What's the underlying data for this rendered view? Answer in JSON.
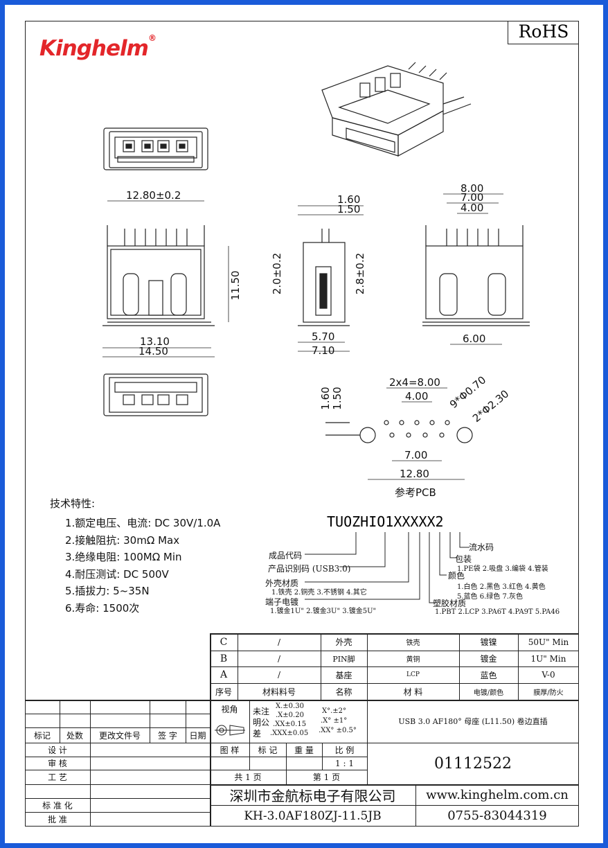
{
  "header": {
    "brand": "Kinghelm",
    "registered": "®",
    "rohs": "RoHS"
  },
  "dimensions": {
    "front_width": "12.80±0.2",
    "front_height": "11.50",
    "front_base_inner": "13.10",
    "front_base_outer": "14.50",
    "side_top_outer": "1.60",
    "side_top_inner": "1.50",
    "side_left_height": "2.0±0.2",
    "side_right_height": "2.8±0.2",
    "side_bottom_inner": "5.70",
    "side_bottom_outer": "7.10",
    "rear_top_1": "8.00",
    "rear_top_2": "7.00",
    "rear_top_3": "4.00",
    "rear_bottom": "6.00",
    "pcb_pitch": "2x4=8.00",
    "pcb_inner": "4.00",
    "pcb_row_offset_a": "1.60",
    "pcb_row_offset_b": "1.50",
    "pcb_small_holes": "9*Φ0.70",
    "pcb_large_holes": "2*Φ2.30",
    "pcb_row2": "7.00",
    "pcb_total": "12.80",
    "pcb_caption": "参考PCB"
  },
  "specs": {
    "title": "技术特性:",
    "items": [
      "1.额定电压、电流: DC  30V/1.0A",
      "2.接触阻抗: 30mΩ  Max",
      "3.绝缘电阻: 100MΩ  Min",
      "4.耐压测试:  DC  500V",
      "5.插拔力: 5~35N",
      "6.寿命: 1500次"
    ]
  },
  "part_number": {
    "code": "TUOZHIO1XXXXX2",
    "labels": {
      "serial": "流水码",
      "package": "包装",
      "package_opts": "1.PE袋 2.吸盘 3.编袋 4.管装",
      "color": "颜色",
      "color_opts_1": "1.白色  2.黑色  3.红色  4.黄色",
      "color_opts_2": "5.蓝色  6.绿色  7.灰色",
      "plastic": "塑胶材质",
      "plastic_opts": "1.PBT  2.LCP  3.PA6T 4.PA9T 5.PA46",
      "finished": "成品代码",
      "product_id": "产品识别码 (USB3.0)",
      "shell": "外壳材质",
      "shell_opts": "1.铁壳  2.铜壳  3.不锈钢 4.其它",
      "plating": "端子电镀",
      "plating_opts": "1.镀金1U\"  2.镀金3U\"   3.镀金5U\""
    }
  },
  "bom": {
    "rows": [
      {
        "id": "C",
        "part_no": "/",
        "name": "外壳",
        "material": "铁壳",
        "finish_label": "镀镍",
        "finish_value": "50U\" Min"
      },
      {
        "id": "B",
        "part_no": "/",
        "name": "PIN脚",
        "material": "黄铜",
        "finish_label": "镀金",
        "finish_value": "1U\" Min"
      },
      {
        "id": "A",
        "part_no": "/",
        "name": "基座",
        "material": "LCP",
        "finish_label": "蓝色",
        "finish_value": "V-0"
      }
    ],
    "header": {
      "id": "序号",
      "part_no": "材料料号",
      "name": "名称",
      "material": "材  料",
      "finish_label": "电镀/颜色",
      "finish_value": "膜厚/防火"
    }
  },
  "title_block": {
    "view": "视角",
    "tol_1": "未注",
    "tol_2": "明公",
    "tol_3": "差",
    "tol_x": "X.±0.30",
    "tol_xx": ".X±0.20",
    "tol_xxx": ".XX±0.15",
    "tol_xxxx": ".XXX±0.05",
    "ang_1": "X°.±2°",
    "ang_2": ".X° ±1°",
    "ang_3": ".XX° ±0.5°",
    "description": "USB 3.0 AF180° 母座 (L11.50) 卷边直插",
    "mark": "标记",
    "count": "处数",
    "change_doc": "更改文件号",
    "sign": "签  字",
    "date": "日期",
    "design": "设      计",
    "review": "审      核",
    "process": "工      艺",
    "standard": "标  准  化",
    "approve": "批      准",
    "sample": "图  样",
    "label": "标  记",
    "weight": "重  量",
    "scale": "比  例",
    "scale_value": "1 : 1",
    "total_pages": "共  1  页",
    "page": "第  1  页",
    "drawing_no": "01112522",
    "company": "深圳市金航标电子有限公司",
    "website": "www.kinghelm.com.cn",
    "model": "KH-3.0AF180ZJ-11.5JB",
    "phone": "0755-83044319"
  }
}
